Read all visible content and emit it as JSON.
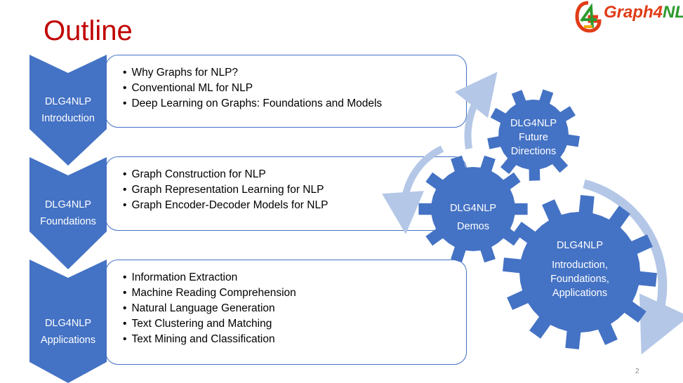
{
  "title": "Outline",
  "logo": {
    "text_part1": "Graph4",
    "text_part2": "NLP"
  },
  "page_number": "2",
  "sections": [
    {
      "label_line1": "DLG4NLP",
      "label_line2": "Introduction",
      "bullets": [
        "Why Graphs for NLP?",
        "Conventional ML for NLP",
        "Deep Learning on Graphs: Foundations and Models"
      ]
    },
    {
      "label_line1": "DLG4NLP",
      "label_line2": "Foundations",
      "bullets": [
        "Graph Construction for NLP",
        "Graph Representation Learning for NLP",
        "Graph Encoder-Decoder Models for NLP"
      ]
    },
    {
      "label_line1": "DLG4NLP",
      "label_line2": "Applications",
      "bullets": [
        "Information Extraction",
        "Machine Reading Comprehension",
        "Natural Language Generation",
        "Text Clustering and Matching",
        "Text Mining and Classification"
      ]
    }
  ],
  "gears": {
    "future": {
      "line1": "DLG4NLP",
      "line2": "Future",
      "line3": "Directions"
    },
    "demos": {
      "line1": "DLG4NLP",
      "line2": "Demos"
    },
    "main": {
      "line1": "DLG4NLP",
      "line2": "Introduction,",
      "line3": "Foundations,",
      "line4": "Applications"
    }
  },
  "colors": {
    "primary": "#4472c4",
    "title": "#c00000",
    "arrow": "#b4c7e7"
  }
}
